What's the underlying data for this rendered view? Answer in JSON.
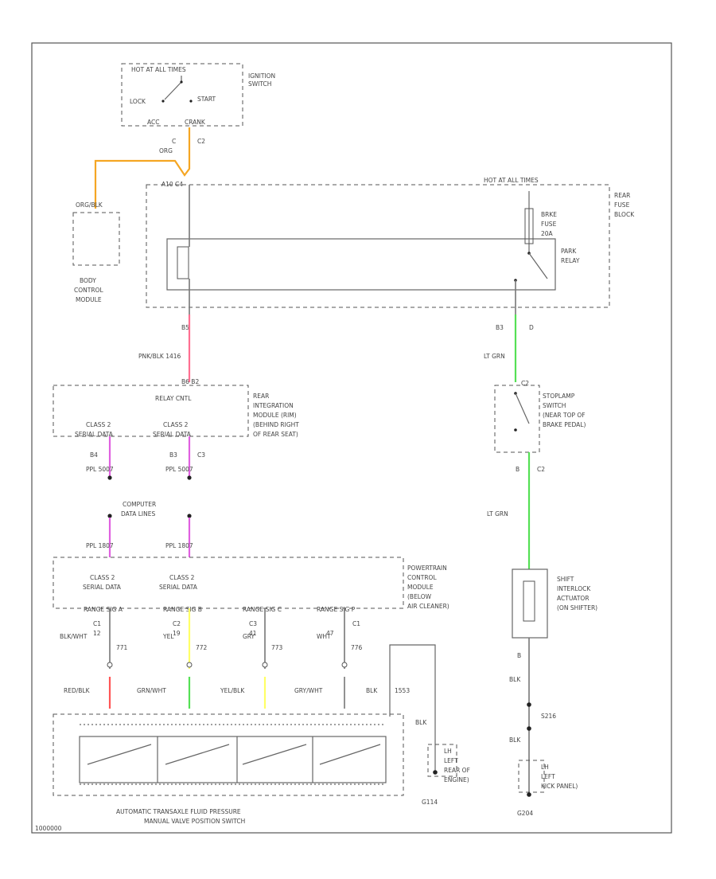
{
  "colors": {
    "orange": "#f5a623",
    "pink": "#ff6f91",
    "purple": "#e060e0",
    "green": "#55e055",
    "red": "#ff5555",
    "yellow": "#ffff66",
    "gray": "#777777"
  },
  "ignition": {
    "hot_label": "HOT AT ALL TIMES",
    "name1": "IGNITION",
    "name2": "SWITCH",
    "lock": "LOCK",
    "start": "START",
    "acc": "ACC",
    "crank": "CRANK",
    "pin_c": "C",
    "pin_c2": "C2",
    "wire": "ORG"
  },
  "bcm": {
    "conn": "ORG/BLK",
    "name1": "BODY",
    "name2": "CONTROL",
    "name3": "MODULE"
  },
  "fuse_block": {
    "hot": "HOT AT ALL TIMES",
    "name1": "REAR",
    "name2": "FUSE",
    "name3": "BLOCK",
    "top_pins": "A10   C4",
    "fuse1": "BRKE",
    "fuse2": "FUSE",
    "fuse3": "20A",
    "relay1": "PARK",
    "relay2": "RELAY",
    "pin_left": "B5",
    "pin_right": "B3",
    "pin_right2": "D"
  },
  "wires": {
    "pink_blk": "PNK/BLK   1416",
    "lt_grn_1": "LT GRN",
    "lt_grn_2": "LT GRN",
    "ppl_1": "PPL   5007",
    "ppl_2": "PPL   5007",
    "ppl_3": "PPL   1807",
    "ppl_4": "PPL   1807",
    "blk_1": "BLK",
    "blk_2": "BLK",
    "blk_3": "BLK",
    "blk_4": "BLK",
    "s216": "S216",
    "g204": "G204"
  },
  "rim": {
    "pins_top": "B6    B2",
    "relay_ctrl": "RELAY CNTL",
    "name1": "REAR",
    "name2": "INTEGRATION",
    "name3": "MODULE (RIM)",
    "name4": "(BEHIND RIGHT",
    "name5": "OF REAR SEAT)",
    "cls1a": "CLASS 2",
    "cls1b": "SERIAL DATA",
    "cls2a": "CLASS 2",
    "cls2b": "SERIAL DATA",
    "pin_b4": "B4",
    "pin_b3": "B3",
    "pin_c3": "C3"
  },
  "data_lines": {
    "line1": "COMPUTER",
    "line2": "DATA LINES"
  },
  "pcm": {
    "name1": "POWERTRAIN",
    "name2": "CONTROL",
    "name3": "MODULE",
    "name4": "(BELOW",
    "name5": "AIR CLEANER)",
    "cls1a": "CLASS 2",
    "cls1b": "SERIAL DATA",
    "cls2a": "CLASS 2",
    "cls2b": "SERIAL DATA",
    "tag1": "RANGE SIG A",
    "tag2": "RANGE SIG B",
    "tag3": "RANGE SIG C",
    "tag4": "RANGE SIG P",
    "pins": [
      "C1",
      "C2",
      "C3",
      "C1"
    ],
    "pins2": [
      "12",
      "19",
      "41",
      "47"
    ]
  },
  "pcm_wires": {
    "w1": "BLK/WHT",
    "w2": "YEL",
    "w3": "GRY",
    "w4": "WHT",
    "c1": "771",
    "c2": "772",
    "c3": "773",
    "c4": "776"
  },
  "switch_wires": {
    "w1": "RED/BLK",
    "w2": "GRN/WHT",
    "w3": "YEL/BLK",
    "w4": "GRY/WHT",
    "w5": "BLK",
    "c5": "1553"
  },
  "stoplamp": {
    "pin": "C2",
    "pin_bottom": "C2",
    "name1": "STOPLAMP",
    "name2": "SWITCH",
    "name3": "(NEAR TOP OF",
    "name4": "BRAKE PEDAL)",
    "pin_b": "B"
  },
  "interlock": {
    "name1": "SHIFT",
    "name2": "INTERLOCK",
    "name3": "ACTUATOR",
    "name4": "(ON SHIFTER)",
    "pin_b": "B"
  },
  "ground1": {
    "name1": "LH",
    "name2": "LEFT",
    "name3": "REAR OF",
    "name4": "ENGINE)",
    "id": "G114"
  },
  "ground2": {
    "name1": "LH",
    "name2": "LEFT",
    "name3": "KICK PANEL)"
  },
  "tfp": {
    "line1": "AUTOMATIC TRANSAXLE FLUID PRESSURE",
    "line2": "MANUAL VALVE POSITION SWITCH"
  },
  "footer": "1000000"
}
